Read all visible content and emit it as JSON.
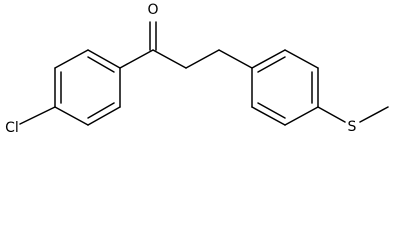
{
  "molecule": {
    "atoms": {
      "oxygen": "O",
      "chlorine": "Cl",
      "sulfur": "S"
    },
    "colors": {
      "ink": "#000000",
      "background": "#ffffff"
    }
  }
}
